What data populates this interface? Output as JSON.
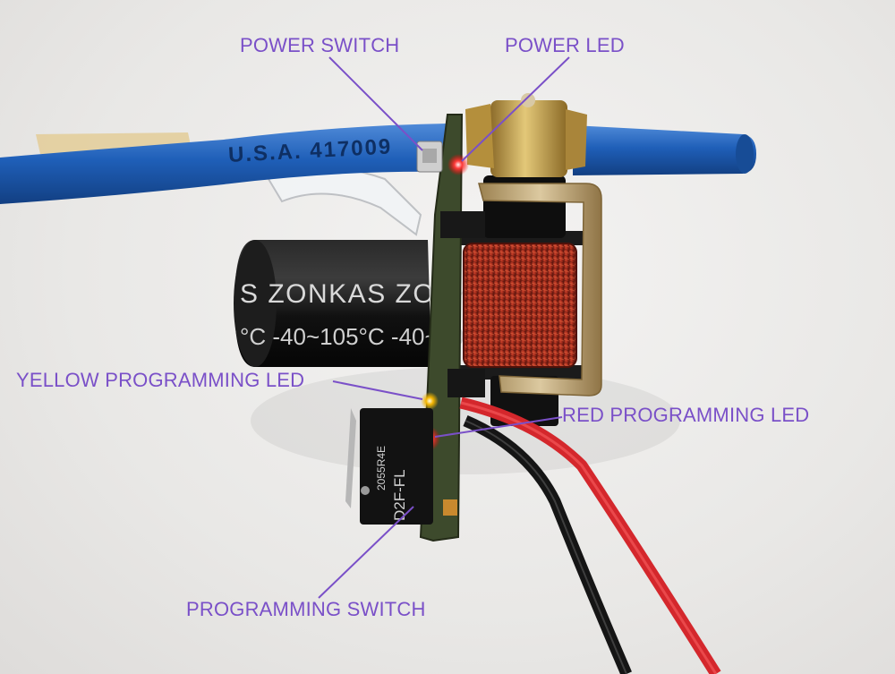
{
  "photo": {
    "capacitor_print": "S ZONKAS ZONKA",
    "capacitor_rating": "°C -40~105°C -40~10",
    "tube_print": "U.S.A. 417009",
    "microswitch_code": "2055R4E",
    "microswitch_model": "D2F-FL"
  },
  "callouts": {
    "power_switch": "POWER SWITCH",
    "power_led": "POWER LED",
    "yellow_programming_led": "YELLOW PROGRAMMING LED",
    "red_programming_led": "RED PROGRAMMING LED",
    "programming_switch": "PROGRAMMING SWITCH"
  },
  "colors": {
    "label": "#7a50c8",
    "tube_blue": "#1f5fb8",
    "wire_red": "#d4272c",
    "wire_black": "#151515",
    "coil_copper": "#b8301f",
    "brass": "#c9a44a",
    "pcb": "#3d4a2c"
  }
}
